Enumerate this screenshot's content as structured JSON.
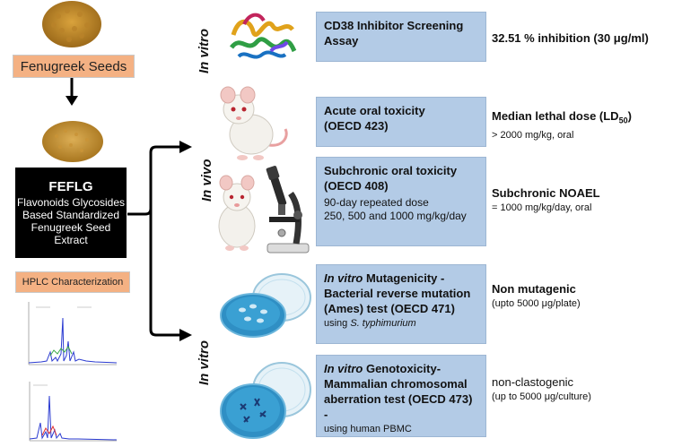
{
  "left": {
    "seed_label": "Fenugreek Seeds",
    "feflg_title": "FEFLG",
    "feflg_lines": [
      "Flavonoids Glycosides",
      "Based Standardized",
      "Fenugreek Seed",
      "Extract"
    ],
    "hplc_label": "HPLC Characterization"
  },
  "side_labels": {
    "in_vitro": "In vitro",
    "in_vivo": "In vivo"
  },
  "rows": [
    {
      "test": [
        "CD38 Inhibitor Screening",
        "Assay"
      ],
      "result_main": "32.51 % inhibition (30 μg/ml)"
    },
    {
      "test": [
        "Acute oral toxicity",
        "(OECD 423)"
      ],
      "result_main": "Median lethal dose (LD",
      "result_sub50": "50",
      "result_close": ")",
      "result_detail": "> 2000 mg/kg, oral"
    },
    {
      "test": [
        "Subchronic oral toxicity",
        "(OECD 408)"
      ],
      "detail": [
        "90-day repeated dose",
        "250, 500 and 1000 mg/kg/day"
      ],
      "result_main": "Subchronic NOAEL",
      "result_detail": "= 1000 mg/kg/day, oral"
    },
    {
      "test_italic": "In vitro",
      "test": [
        " Mutagenicity -",
        "Bacterial reverse mutation",
        "(Ames) test (OECD 471)"
      ],
      "using_prefix": "using ",
      "using_italic": "S. typhimurium",
      "result_main": "Non mutagenic",
      "result_detail": "(upto 5000 μg/plate)"
    },
    {
      "test_italic": "In vitro",
      "test": [
        " Genotoxicity-",
        "Mammalian chromosomal",
        "aberration test (OECD 473) -"
      ],
      "using_prefix": "using human PBMC",
      "result_main": "non-clastogenic",
      "result_detail": "(up to 5000 μg/culture)"
    }
  ],
  "colors": {
    "box_blue": "#b3cbe6",
    "label_orange": "#f4b183",
    "black": "#000000"
  }
}
